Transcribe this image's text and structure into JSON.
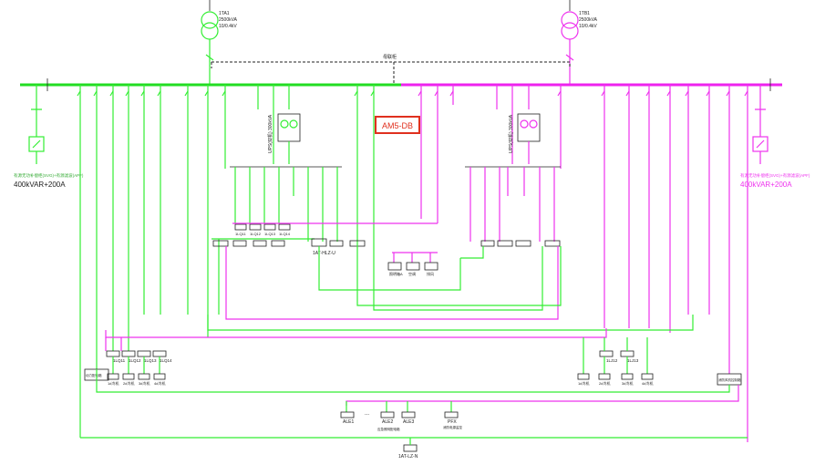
{
  "colors": {
    "left_system": "#33ee33",
    "right_system": "#ee33ee",
    "highlight": "#e0301e",
    "ink": "#222222"
  },
  "transformers": {
    "left": {
      "name": "1TA1",
      "rating": "2500kVA",
      "voltage": "10/0.4kV"
    },
    "right": {
      "name": "1TB1",
      "rating": "2500kVA",
      "voltage": "10/0.4kV"
    }
  },
  "tie_label": "母联柜",
  "compensation": {
    "left": {
      "desc": "有源无功补偿柜(SVG)+有源滤波(APF)",
      "rating": "400kVAR+200A"
    },
    "right": {
      "desc": "有源无功补偿柜(SVG)+有源滤波(APF)",
      "rating": "400kVAR+200A"
    }
  },
  "ups": {
    "left": {
      "label": "UPS(双机)  300kVA"
    },
    "right": {
      "label": "UPS(双机)  300kVA"
    }
  },
  "highlight_label": "AM5-DB",
  "sub_panels": {
    "items": [
      "1LQ11",
      "1LQ12",
      "1LQ13",
      "1LQ14"
    ]
  },
  "ats_label": "1AT-HLZ-U",
  "feeders": {
    "left_lower": [
      "1LQ11",
      "1LQ12",
      "1LQ13",
      "1LQ14"
    ],
    "right_lower": [
      "1LJ12",
      "1LJ13"
    ]
  },
  "loads": {
    "left": [
      "1#冷机",
      "2#冷机",
      "3#冷机",
      "4#冷机"
    ],
    "right": [
      "1#冷机",
      "2#冷机",
      "3#冷机",
      "4#冷机"
    ]
  },
  "center_small": [
    "照明箱A",
    "空调",
    "排风"
  ],
  "ale": {
    "items": [
      "ALE1",
      "...",
      "ALE2",
      "ALE3"
    ],
    "sub": "应急照明配电箱"
  },
  "pfx": {
    "label": "PFX",
    "sub": "消防电源监控"
  },
  "bottom_ats": {
    "label": "1AT-LZ-N"
  },
  "misc_labels": {
    "box": "动力配电箱",
    "box2": "消防风机控制箱"
  }
}
